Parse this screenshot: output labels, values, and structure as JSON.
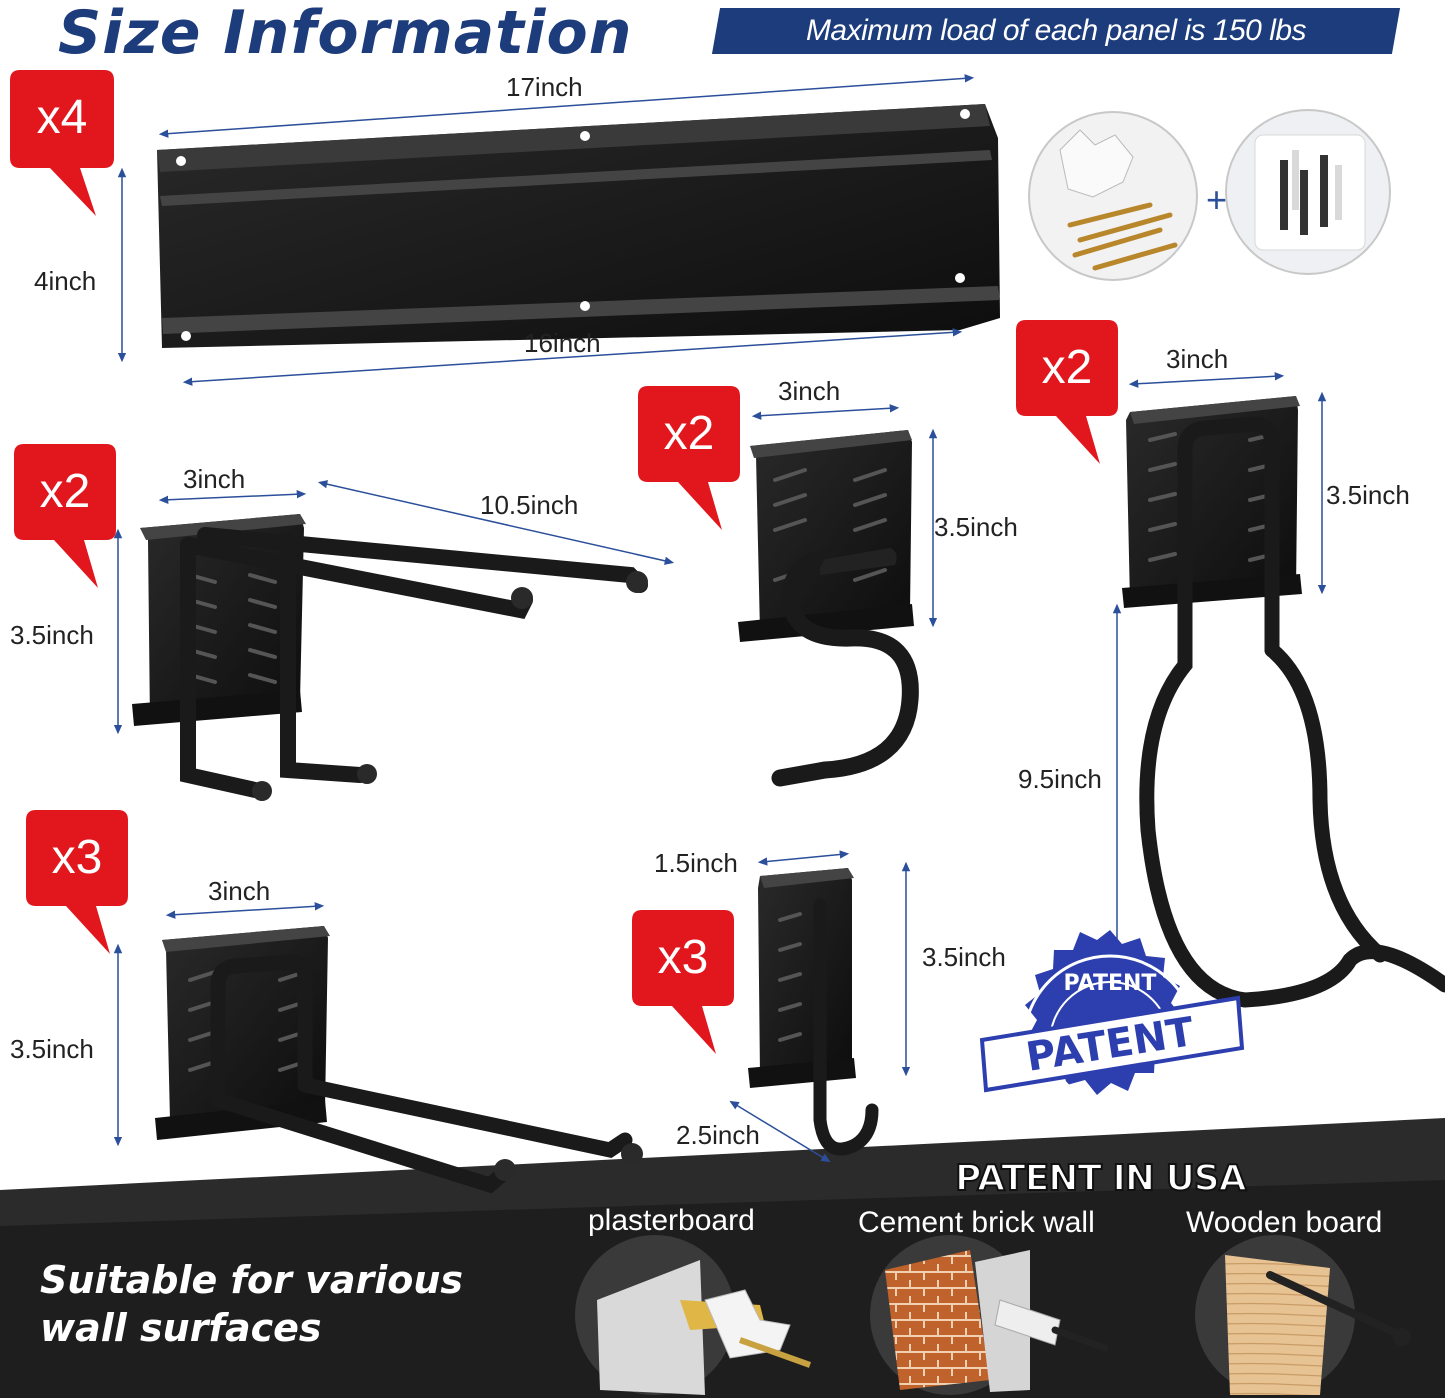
{
  "header": {
    "title": "Size Information",
    "banner": "Maximum load of each panel is 150 lbs"
  },
  "quantities": {
    "panel": "x4",
    "double_hook": "x2",
    "s_hook": "x2",
    "bike_hook": "x2",
    "u_hook": "x3",
    "j_hook": "x3"
  },
  "dimensions": {
    "panel_top_width": "17inch",
    "panel_height": "4inch",
    "panel_bottom_width": "16inch",
    "double_hook_width": "3inch",
    "double_hook_length": "10.5inch",
    "double_hook_height": "3.5inch",
    "s_hook_width": "3inch",
    "s_hook_height": "3.5inch",
    "bike_hook_width": "3inch",
    "bike_hook_height": "3.5inch",
    "bike_hook_length": "9.5inch",
    "u_hook_width": "3inch",
    "u_hook_height": "3.5inch",
    "j_hook_width": "1.5inch",
    "j_hook_height": "3.5inch",
    "j_hook_depth": "2.5inch"
  },
  "patent": {
    "seal_top": "PATENT",
    "seal_center": "PATENT",
    "seal_bottom": "PATENT",
    "caption": "PATENT IN USA"
  },
  "bottom": {
    "title_line1": "Suitable for various",
    "title_line2": "wall surfaces",
    "surfaces": [
      "plasterboard",
      "Cement brick wall",
      "Wooden board"
    ]
  },
  "colors": {
    "brand_blue": "#1d3c7c",
    "badge_red": "#e2171d",
    "dark_band": "#232323",
    "hardware_black": "#1a1a1a"
  }
}
